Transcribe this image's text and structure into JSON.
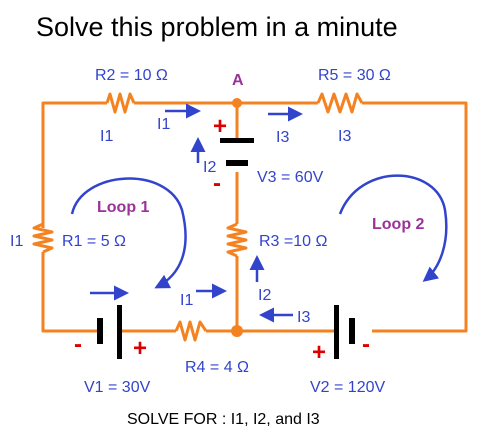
{
  "title": "Solve this problem in a minute",
  "node_label": "A",
  "resistors": {
    "r1": "R1 = 5 Ω",
    "r2": "R2 = 10 Ω",
    "r3": "R3 =10 Ω",
    "r4": "R4 = 4 Ω",
    "r5": "R5 = 30 Ω"
  },
  "sources": {
    "v1": "V1 = 30V",
    "v2": "V2 = 120V",
    "v3": "V3 = 60V"
  },
  "currents": {
    "top_left_wire": "I1",
    "top_left_arrow": "I1",
    "top_right_arrow": "I3",
    "top_right_wire": "I3",
    "left_wire": "I1",
    "v3_branch": "I2",
    "bottom_left_arrow": "I1",
    "r3_branch": "I2",
    "bottom_right_arrow": "I3"
  },
  "loops": {
    "loop1": "Loop 1",
    "loop2": "Loop 2"
  },
  "polarity": {
    "plus": "+",
    "minus": "-"
  },
  "footer": "SOLVE FOR : I1,  I2, and I3",
  "colors": {
    "wire": "#F58220",
    "current": "#3344CC",
    "loop": "#993399",
    "plus": "#DD0000",
    "minus": "#DD0000",
    "battery": "#000000",
    "text": "#000000"
  }
}
